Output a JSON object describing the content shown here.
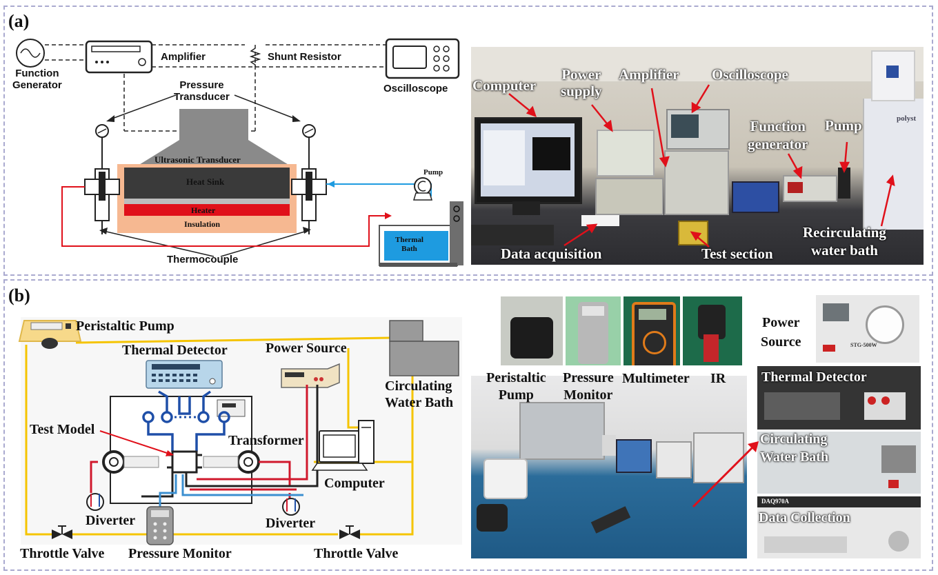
{
  "panel_a": {
    "label": "(a)",
    "schematic": {
      "function_generator_line1": "Function",
      "function_generator_line2": "Generator",
      "amplifier": "Amplifier",
      "shunt_resistor": "Shunt Resistor",
      "oscilloscope": "Oscilloscope",
      "pressure_transducer_line1": "Pressure",
      "pressure_transducer_line2": "Transducer",
      "ultrasonic_transducer": "Ultrasonic Transducer",
      "heat_sink": "Heat Sink",
      "heater": "Heater",
      "insulation": "Insulation",
      "pump": "Pump",
      "thermal_bath_line1": "Thermal",
      "thermal_bath_line2": "Bath",
      "thermocouple": "Thermocouple"
    },
    "photo": {
      "computer": "Computer",
      "power_supply_line1": "Power",
      "power_supply_line2": "supply",
      "amplifier": "Amplifier",
      "oscilloscope": "Oscilloscope",
      "function_generator_line1": "Function",
      "function_generator_line2": "generator",
      "pump": "Pump",
      "data_acquisition": "Data acquisition",
      "test_section": "Test section",
      "recirculating_line1": "Recirculating",
      "recirculating_line2": "water bath",
      "brand": "polyst"
    }
  },
  "panel_b": {
    "label": "(b)",
    "schematic": {
      "peristaltic_pump": "Peristaltic Pump",
      "thermal_detector": "Thermal Detector",
      "power_source": "Power Source",
      "circulating_line1": "Circulating",
      "circulating_line2": "Water Bath",
      "test_model": "Test Model",
      "transformer": "Transformer",
      "computer": "Computer",
      "diverter_left": "Diverter",
      "diverter_right": "Diverter",
      "throttle_valve_left": "Throttle Valve",
      "throttle_valve_right": "Throttle Valve",
      "pressure_monitor": "Pressure Monitor"
    },
    "photo": {
      "peristaltic_line1": "Peristaltic",
      "peristaltic_line2": "Pump",
      "pressure_line1": "Pressure",
      "pressure_line2": "Monitor",
      "multimeter": "Multimeter",
      "ir": "IR",
      "power_source_line1": "Power",
      "power_source_line2": "Source",
      "thermal_detector": "Thermal Detector",
      "circulating_line1": "Circulating",
      "circulating_line2": "Water Bath",
      "data_collection": "Data Collection",
      "stg": "STG-500W",
      "model": "DAQ970A"
    }
  },
  "colors": {
    "panel_border": "#a9a9cf",
    "heat_sink": "#3a3a3a",
    "heater": "#e0101a",
    "insulation": "#f6b891",
    "water_blue": "#1e9be0",
    "pipe_yellow": "#f5c400",
    "pipe_red": "#d0182c",
    "pipe_blue": "#1f4fa8",
    "arrow_red": "#e0101a"
  }
}
